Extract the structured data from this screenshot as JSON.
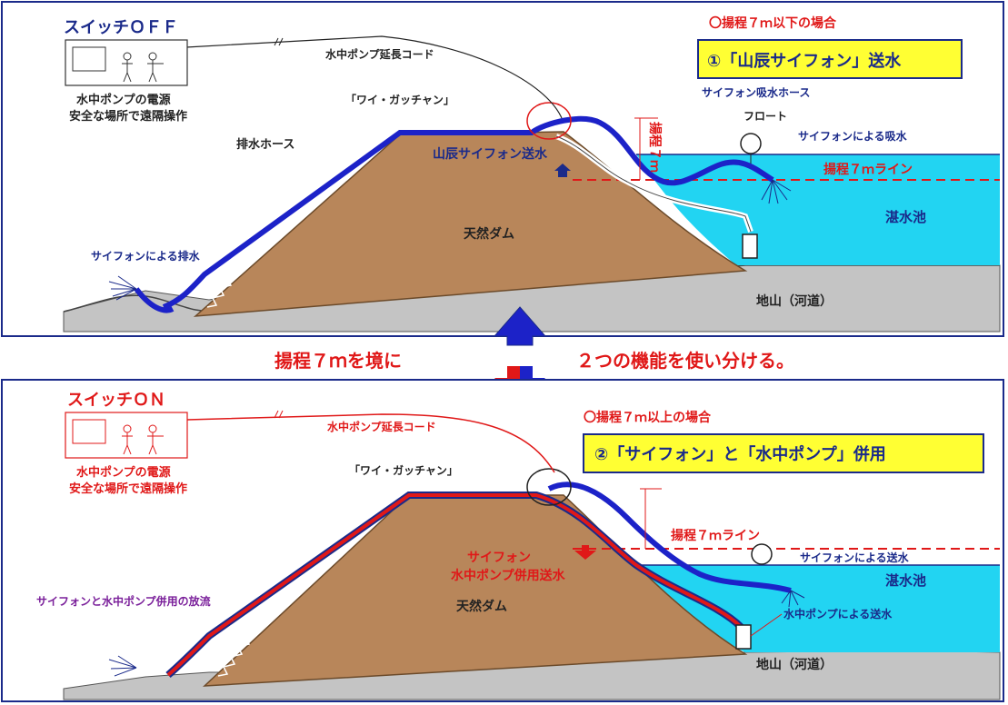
{
  "colors": {
    "water": "#22d4f2",
    "dam": "#b8865a",
    "ground": "#c4c4c4",
    "hose_blue": "#1c22c8",
    "red": "#e01818",
    "navy": "#1a2a8a",
    "highlight_box": "#ffff33",
    "purple": "#7a1f9a"
  },
  "top_panel": {
    "switch_label": "スイッチＯＦＦ",
    "power_caption_line1": "水中ポンプの電源",
    "power_caption_line2": "安全な場所で遠隔操作",
    "cord_label": "水中ポンプ延長コード",
    "fitting_label": "「ワイ・ガッチャン」",
    "drain_hose_label": "排水ホース",
    "siphon_mode_label": "山辰サイフォン送水",
    "lift_label": "揚程７ｍ",
    "condition_label": "〇揚程７ｍ以下の場合",
    "mode_box_label": "①「山辰サイフォン」送水",
    "intake_hose_label": "サイフォン吸水ホース",
    "float_label": "フロート",
    "intake_label": "サイフォンによる吸水",
    "line_label": "揚程７ｍライン",
    "pond_label": "湛水池",
    "dam_label": "天然ダム",
    "discharge_label": "サイフォンによる排水",
    "ground_label": "地山（河道）"
  },
  "middle": {
    "left_text": "揚程７ｍを境に",
    "right_text": "２つの機能を使い分ける。"
  },
  "bottom_panel": {
    "switch_label": "スイッチＯＮ",
    "power_caption_line1": "水中ポンプの電源",
    "power_caption_line2": "安全な場所で遠隔操作",
    "cord_label": "水中ポンプ延長コード",
    "condition_label": "〇揚程７ｍ以上の場合",
    "mode_box_label": "②「サイフォン」と「水中ポンプ」併用",
    "fitting_label": "「ワイ・ガッチャン」",
    "line_label": "揚程７ｍライン",
    "siphon_send_label": "サイフォンによる送水",
    "pond_label": "湛水池",
    "combined_label_line1": "サイフォン",
    "combined_label_line2": "水中ポンプ併用送水",
    "discharge_label": "サイフォンと水中ポンプ併用の放流",
    "dam_label": "天然ダム",
    "pump_label": "水中ポンプによる送水",
    "ground_label": "地山（河道）"
  }
}
